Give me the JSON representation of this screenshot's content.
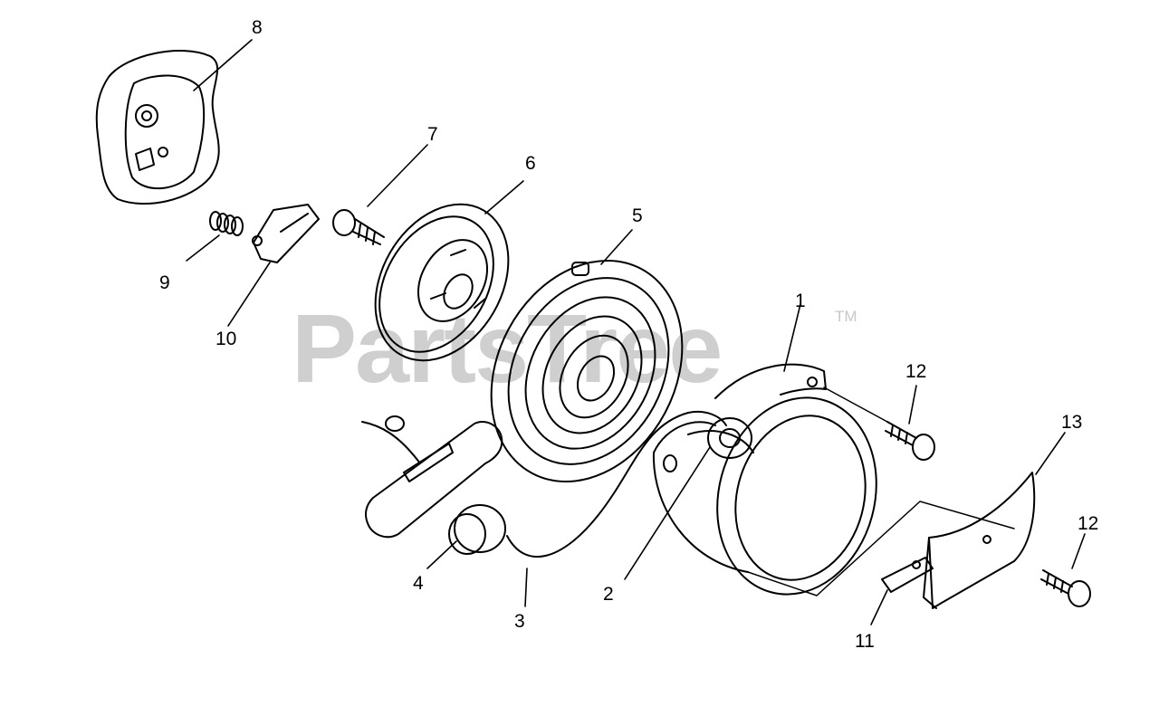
{
  "watermark": {
    "text": "PartsTree",
    "trademark": "TM"
  },
  "callouts": [
    {
      "id": "1",
      "label": "1"
    },
    {
      "id": "2",
      "label": "2"
    },
    {
      "id": "3",
      "label": "3"
    },
    {
      "id": "4",
      "label": "4"
    },
    {
      "id": "5",
      "label": "5"
    },
    {
      "id": "6",
      "label": "6"
    },
    {
      "id": "7",
      "label": "7"
    },
    {
      "id": "8",
      "label": "8"
    },
    {
      "id": "9",
      "label": "9"
    },
    {
      "id": "10",
      "label": "10"
    },
    {
      "id": "11",
      "label": "11"
    },
    {
      "id": "12a",
      "label": "12"
    },
    {
      "id": "12b",
      "label": "12"
    },
    {
      "id": "13",
      "label": "13"
    }
  ]
}
